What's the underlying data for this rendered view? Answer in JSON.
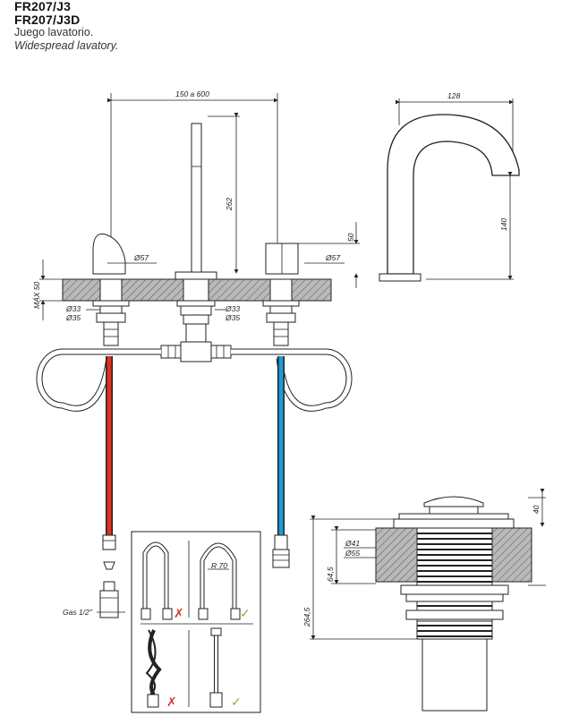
{
  "header": {
    "code_1": "FR207/J3",
    "code_2": "FR207/J3D",
    "desc_es": "Juego lavatorio.",
    "desc_en": "Widespread lavatory."
  },
  "dimensions": {
    "spread": "150 a 600",
    "spout_height": "262",
    "handle_height": "50",
    "max_deck": "MÁX 50",
    "diam_57_left": "Ø57",
    "diam_57_right": "Ø57",
    "diam_33_left": "Ø33",
    "diam_35_left": "Ø35",
    "diam_33_mid": "Ø33",
    "diam_35_mid": "Ø35",
    "spout_reach": "128",
    "spout_side_height": "140",
    "gas": "Gas 1/2\"",
    "bend_radius": "R 70",
    "drain_top": "40",
    "drain_d41": "Ø41",
    "drain_d55": "Ø55",
    "drain_mid": "64,5",
    "drain_total": "264,5"
  },
  "colors": {
    "hot": "#e0311f",
    "cold": "#1c9bd6",
    "hatch": "#9a9a9a",
    "ok": "#7cbf2a",
    "bad": "#d23a2a"
  }
}
